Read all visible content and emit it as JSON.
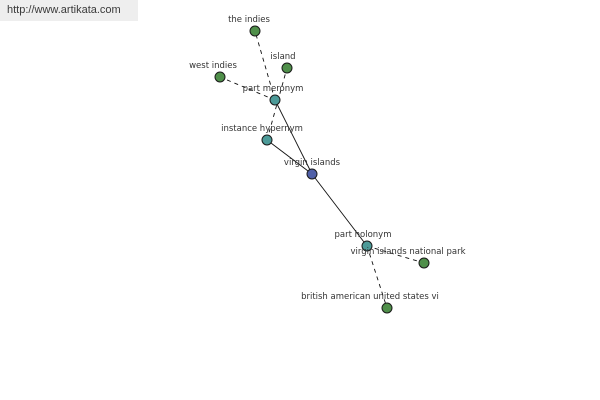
{
  "banner": {
    "url": "http://www.artikata.com"
  },
  "colors": {
    "center": "#5060a8",
    "relation": "#4c9a98",
    "leaf": "#4f8f4a"
  },
  "graph": {
    "nodes": [
      {
        "id": "virgin-islands",
        "label": "virgin islands",
        "kind": "center"
      },
      {
        "id": "part-meronym",
        "label": "part meronym",
        "kind": "relation"
      },
      {
        "id": "instance-hypernym",
        "label": "instance hypernym",
        "kind": "relation"
      },
      {
        "id": "part-holonym",
        "label": "part holonym",
        "kind": "relation"
      },
      {
        "id": "the-indies",
        "label": "the indies",
        "kind": "leaf"
      },
      {
        "id": "island",
        "label": "island",
        "kind": "leaf"
      },
      {
        "id": "west-indies",
        "label": "west indies",
        "kind": "leaf"
      },
      {
        "id": "vi-national-park",
        "label": "virgin islands national park",
        "kind": "leaf"
      },
      {
        "id": "british-american-us-vi",
        "label": "british american united states vi",
        "kind": "leaf"
      }
    ],
    "edges": [
      {
        "from": "virgin-islands",
        "to": "part-meronym",
        "style": "solid"
      },
      {
        "from": "virgin-islands",
        "to": "instance-hypernym",
        "style": "solid"
      },
      {
        "from": "virgin-islands",
        "to": "part-holonym",
        "style": "solid"
      },
      {
        "from": "part-meronym",
        "to": "the-indies",
        "style": "dashed"
      },
      {
        "from": "part-meronym",
        "to": "west-indies",
        "style": "dashed"
      },
      {
        "from": "instance-hypernym",
        "to": "island",
        "style": "dashed"
      },
      {
        "from": "part-holonym",
        "to": "vi-national-park",
        "style": "dashed"
      },
      {
        "from": "part-holonym",
        "to": "british-american-us-vi",
        "style": "dashed"
      }
    ]
  }
}
